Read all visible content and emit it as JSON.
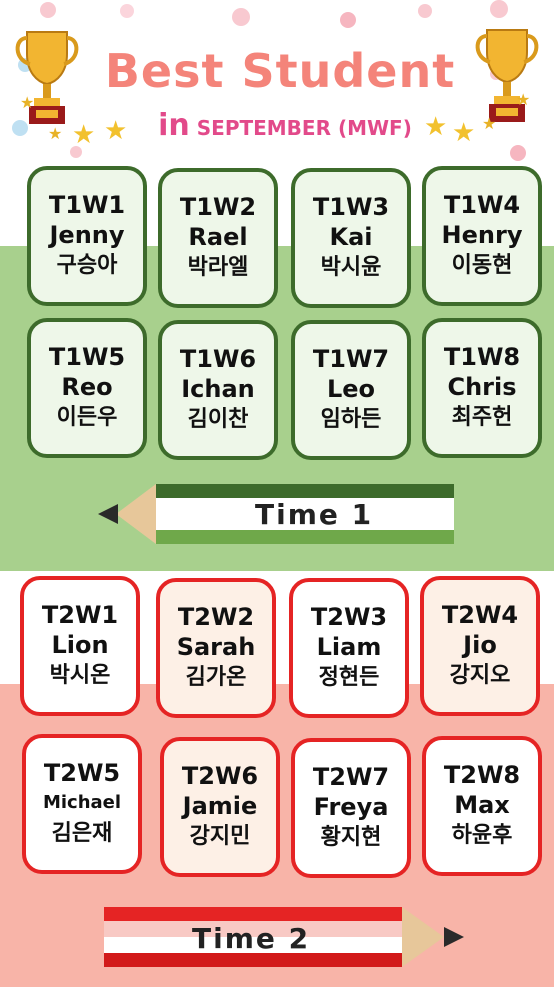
{
  "header": {
    "title": "Best Student",
    "subtitle_in": "in",
    "subtitle_rest": "SEPTEMBER (MWF)"
  },
  "time1": {
    "label": "Time 1",
    "cards": [
      {
        "cls": "T1W1",
        "name": "Jenny",
        "kr": "구승아"
      },
      {
        "cls": "T1W2",
        "name": "Rael",
        "kr": "박라엘"
      },
      {
        "cls": "T1W3",
        "name": "Kai",
        "kr": "박시윤"
      },
      {
        "cls": "T1W4",
        "name": "Henry",
        "kr": "이동현"
      },
      {
        "cls": "T1W5",
        "name": "Reo",
        "kr": "이든우"
      },
      {
        "cls": "T1W6",
        "name": "Ichan",
        "kr": "김이찬"
      },
      {
        "cls": "T1W7",
        "name": "Leo",
        "kr": "임하든"
      },
      {
        "cls": "T1W8",
        "name": "Chris",
        "kr": "최주헌"
      }
    ]
  },
  "time2": {
    "label": "Time 2",
    "cards": [
      {
        "cls": "T2W1",
        "name": "Lion",
        "kr": "박시온"
      },
      {
        "cls": "T2W2",
        "name": "Sarah",
        "kr": "김가온"
      },
      {
        "cls": "T2W3",
        "name": "Liam",
        "kr": "정현든"
      },
      {
        "cls": "T2W4",
        "name": "Jio",
        "kr": "강지오"
      },
      {
        "cls": "T2W5",
        "name": "Michael",
        "kr": "김은재"
      },
      {
        "cls": "T2W6",
        "name": "Jamie",
        "kr": "강지민"
      },
      {
        "cls": "T2W7",
        "name": "Freya",
        "kr": "황지현"
      },
      {
        "cls": "T2W8",
        "name": "Max",
        "kr": "하윤후"
      }
    ]
  },
  "colors": {
    "green_band": "#a8d08d",
    "pink_band": "#f8b4a8",
    "green_border": "#3d6b2b",
    "red_border": "#e52424",
    "title": "#f4847a",
    "subtitle": "#e24a8a"
  },
  "icons": [
    "trophy-icon",
    "star-icon",
    "pencil-icon"
  ]
}
